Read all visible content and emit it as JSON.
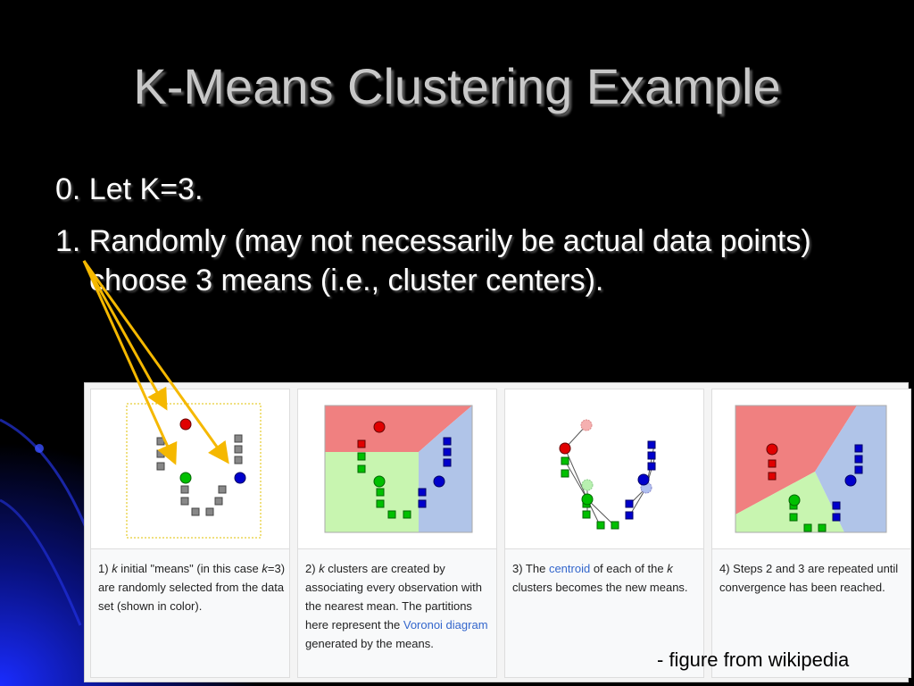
{
  "slide": {
    "title": "K-Means Clustering Example",
    "bullets": [
      "0. Let K=3.",
      "1. Randomly (may not necessarily be actual data points) choose 3 means (i.e., cluster centers)."
    ],
    "source": "- figure from wikipedia"
  },
  "figure": {
    "panels": [
      {
        "step": "1)",
        "k": "k",
        "text_a": " initial \"means\" (in this case ",
        "k2": "k",
        "text_b": "=3) are randomly selected from the data set (shown in color)."
      },
      {
        "step": "2)",
        "k": "k",
        "text_a": " clusters are created by associating every observation with the nearest mean. The partitions here represent the ",
        "link": "Voronoi diagram",
        "text_b": " generated by the means."
      },
      {
        "step": "3) The ",
        "link": "centroid",
        "text_a": " of each of the ",
        "k": "k",
        "text_b": " clusters becomes the new means."
      },
      {
        "text": "4) Steps 2 and 3 are repeated until convergence has been reached."
      }
    ]
  },
  "colors": {
    "red": "#e00000",
    "green": "#00c000",
    "blue": "#0000cc",
    "gray": "#888888",
    "arrow": "#f5b800",
    "region_red": "#f08080",
    "region_green": "#c8f5b0",
    "region_blue": "#b0c4e8"
  }
}
